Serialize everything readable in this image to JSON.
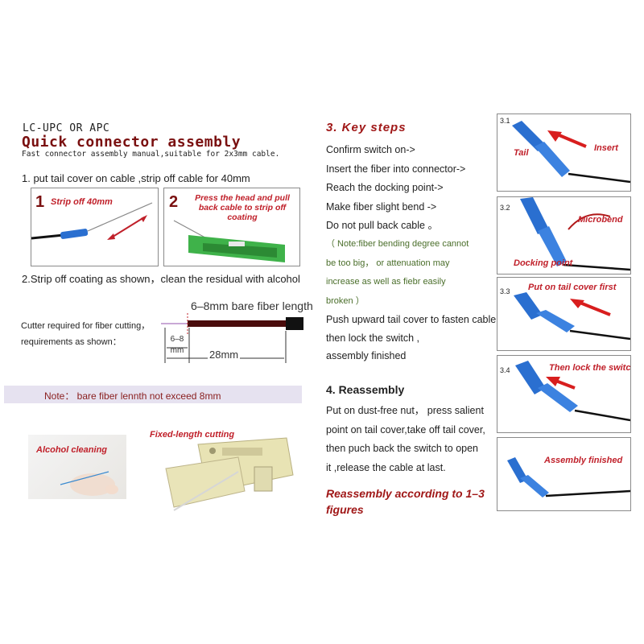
{
  "left": {
    "type_label": "LC-UPC OR APC",
    "title": "Quick connector assembly",
    "subtitle": "Fast connector assembly manual,suitable for 2x3mm cable.",
    "step1_text": "1. put tail cover on cable ,strip off cable for 40mm",
    "box1": {
      "number": "1",
      "caption": "Strip off 40mm"
    },
    "box2": {
      "number": "2",
      "caption_line1": "Press the head and pull",
      "caption_line2": "back cable to strip off",
      "caption_line3": "coating"
    },
    "step2_text": "2.Strip off coating as shown，clean the residual with alcohol",
    "cutter_line1": "Cutter required for fiber cutting，",
    "cutter_line2": "requirements as shown：",
    "bare_fiber_label": "6–8mm bare fiber length",
    "dim_small_1": "6–8",
    "dim_small_2": "mm",
    "dim_total": "28mm",
    "note": "Note： bare fiber lennth not exceed 8mm",
    "alcohol_label": "Alcohol cleaning",
    "fixed_label": "Fixed-length cutting"
  },
  "middle": {
    "key_steps_title": "3. Key steps",
    "steps": [
      "Confirm switch on->",
      "Insert the fiber into connector->",
      "Reach the docking point->",
      "Make fiber slight bend ->",
      "Do not pull back  cable 。"
    ],
    "note_lines": [
      "（ Note:fiber bending degree cannot",
      "be too big， or attenuation may",
      "increase as well as fiebr easily",
      "broken ）"
    ],
    "push_lines": [
      "Push upward tail cover to fasten  cable,",
      "then lock the switch ,",
      "assembly finished"
    ],
    "reassembly_title": "4. Reassembly",
    "reassembly_lines": [
      "Put on dust-free nut， press salient",
      "point on tail cover,take off tail cover,",
      "then puch back the switch to open",
      "it ,release the cable at last."
    ],
    "reassembly_note_line1": "Reassembly according to 1–3",
    "reassembly_note_line2": "figures"
  },
  "right": {
    "panels": [
      {
        "num": "3.1",
        "label_a": "Tail",
        "label_b": "Insert"
      },
      {
        "num": "3.2",
        "label_a": "Docking point",
        "label_b": "Microbend"
      },
      {
        "num": "3.3",
        "label_a": "Put on tail cover first",
        "label_b": ""
      },
      {
        "num": "3.4",
        "label_a": "Then lock the switch",
        "label_b": ""
      },
      {
        "num": "",
        "label_a": "Assembly finished",
        "label_b": ""
      }
    ]
  },
  "colors": {
    "accent_red": "#c0202a",
    "dark_red": "#7a1010",
    "connector_blue": "#2a6fd0",
    "note_bar": "#e6e2f0"
  }
}
